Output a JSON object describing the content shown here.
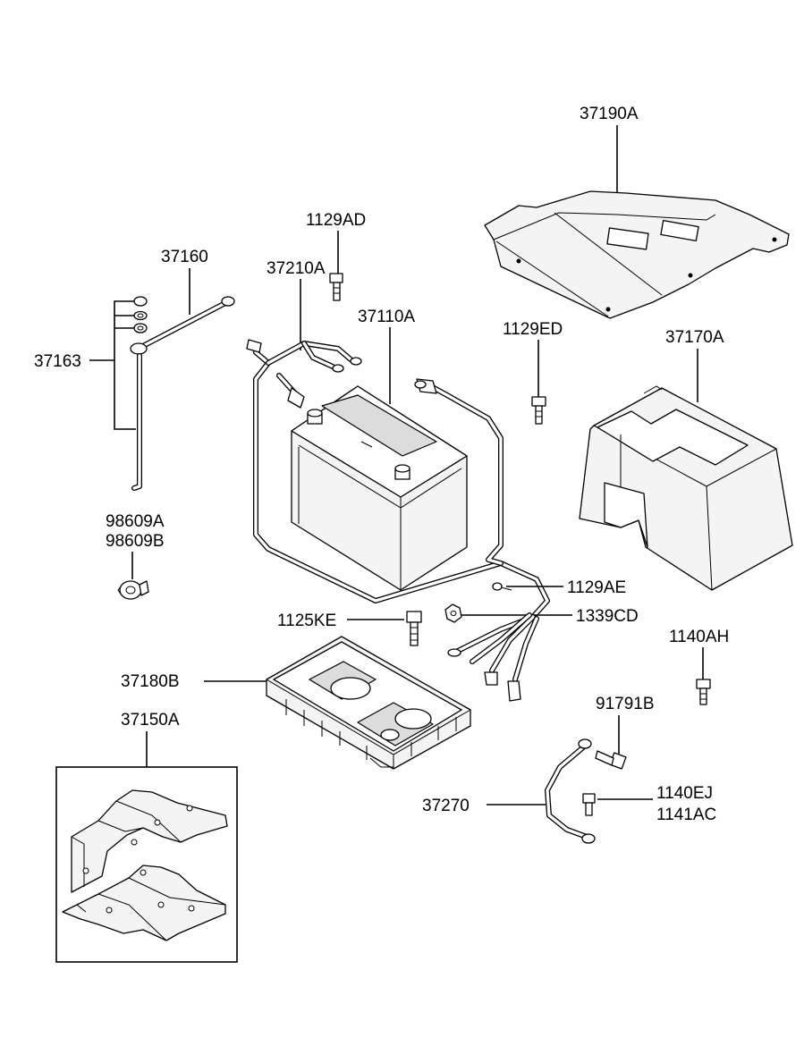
{
  "labels": {
    "p37190A": "37190A",
    "p1129AD": "1129AD",
    "p37160": "37160",
    "p37210A": "37210A",
    "p37110A": "37110A",
    "p1129ED": "1129ED",
    "p37170A": "37170A",
    "p37163": "37163",
    "p98609A": "98609A",
    "p98609B": "98609B",
    "p1129AE": "1129AE",
    "p1125KE": "1125KE",
    "p1339CD": "1339CD",
    "p1140AH": "1140AH",
    "p37180B": "37180B",
    "p91791B": "91791B",
    "p37150A": "37150A",
    "p1140EJ": "1140EJ",
    "p37270": "37270",
    "p1141AC": "1141AC"
  }
}
